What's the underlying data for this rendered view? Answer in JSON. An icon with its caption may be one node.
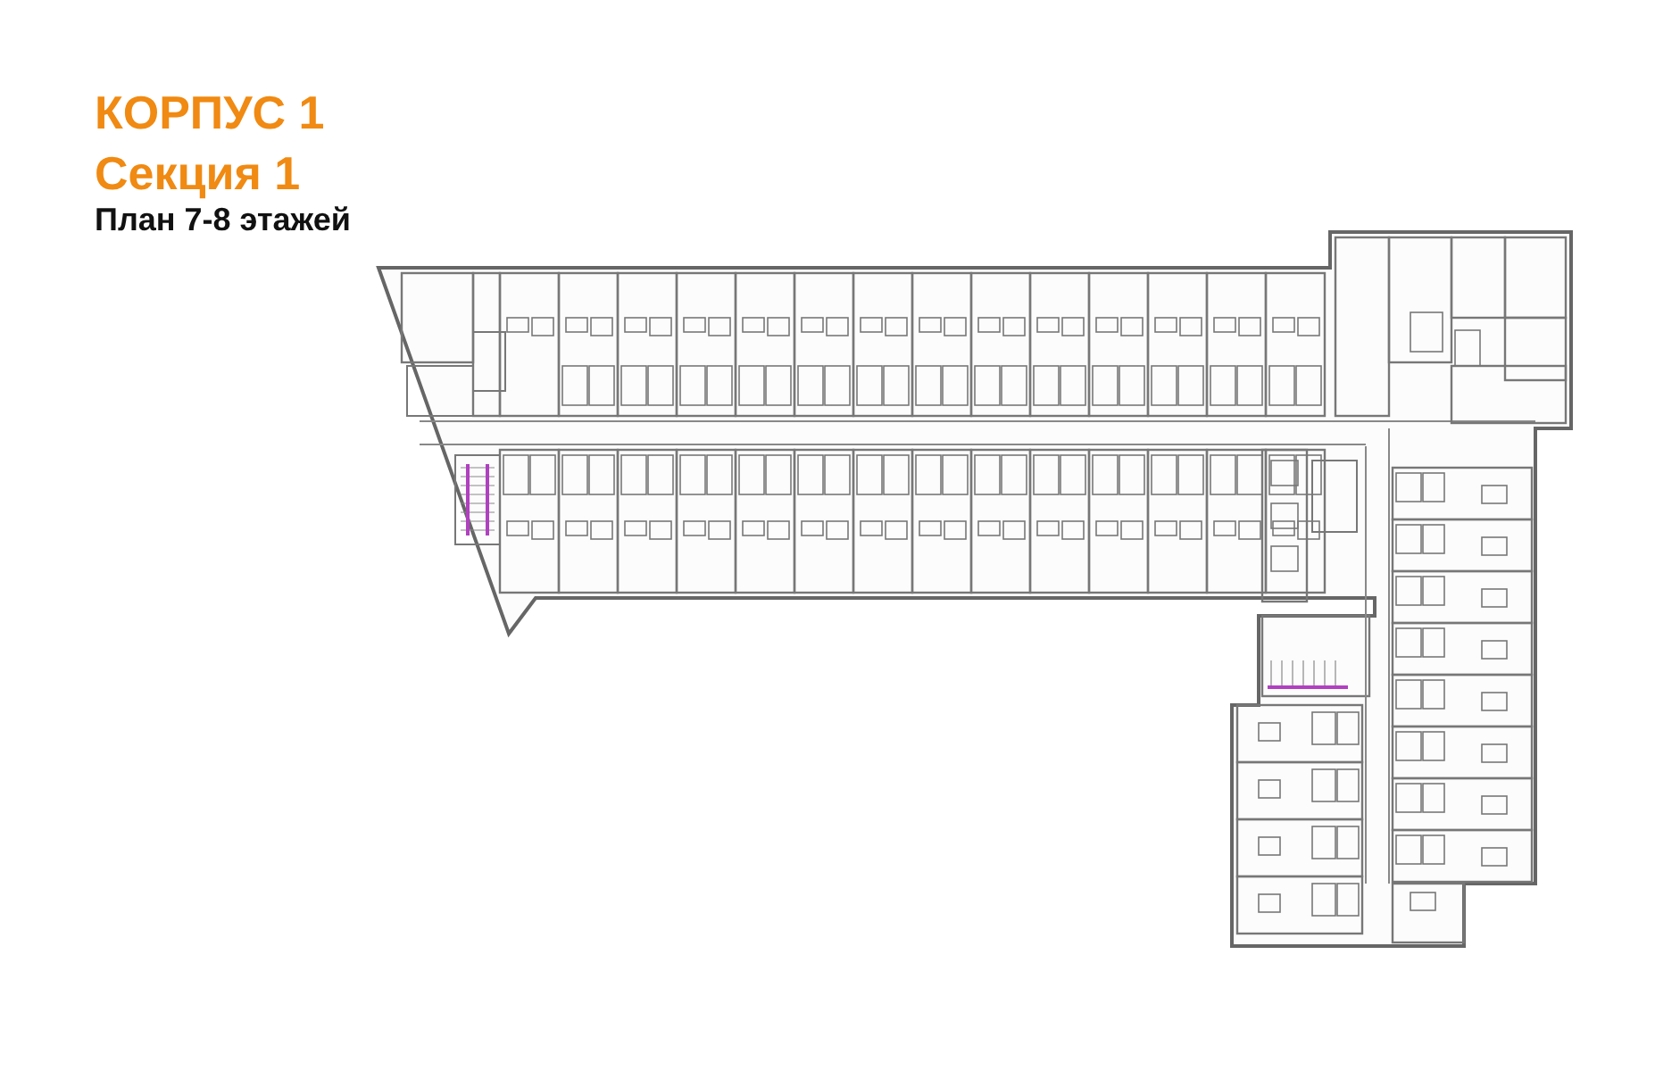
{
  "diagram": {
    "title": "КОРПУС 1",
    "labels": [
      "Секция 1",
      "План 7-8 этажей"
    ]
  }
}
